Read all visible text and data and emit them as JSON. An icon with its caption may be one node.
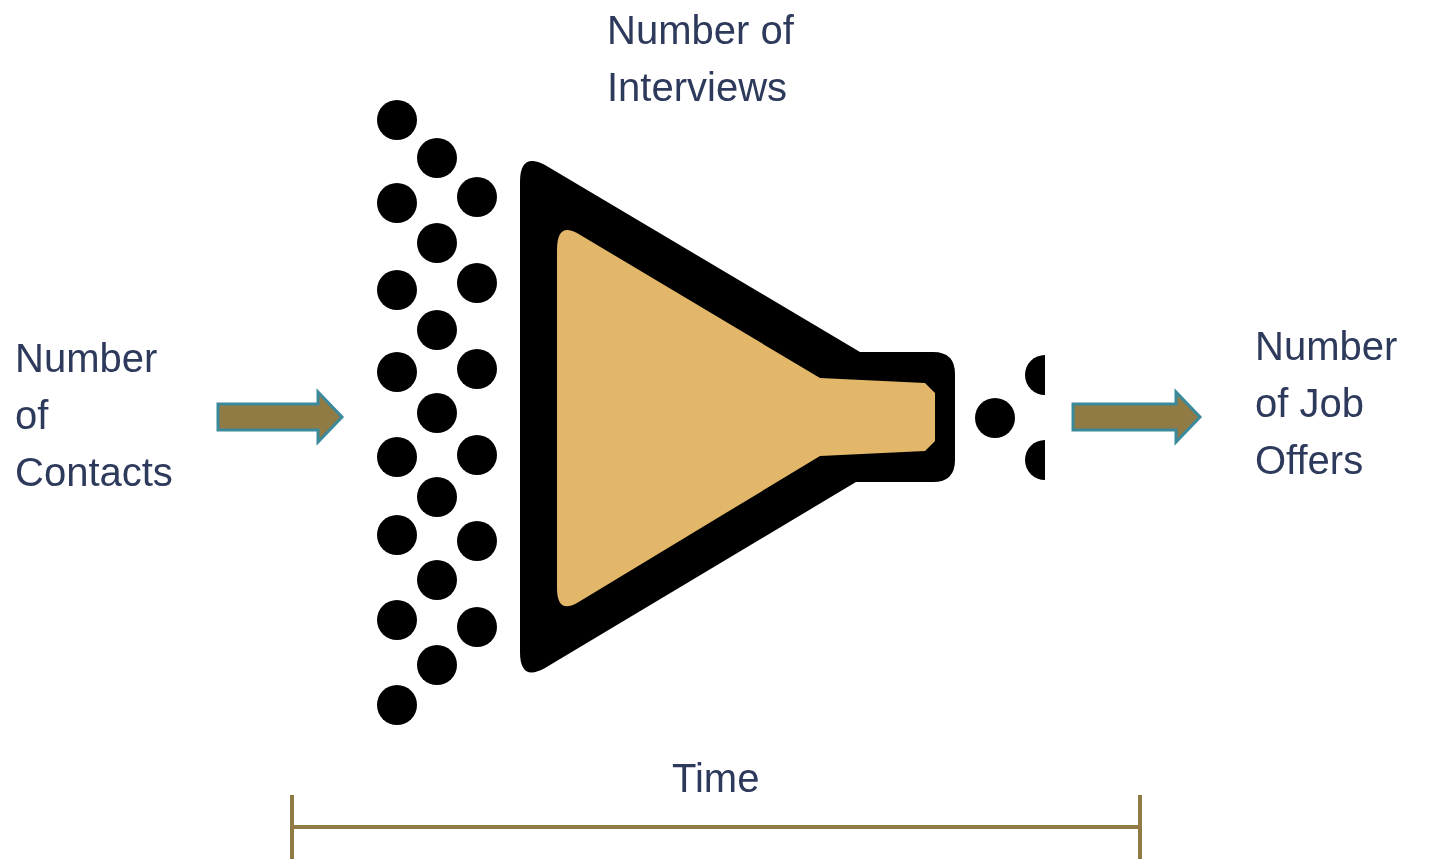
{
  "diagram": {
    "nodes": [
      {
        "text": [
          "Number of Contacts"
        ]
      },
      {
        "text": [],
        "shape": "picture"
      },
      {
        "text": [
          "Number of Interviews"
        ]
      },
      {
        "text": [],
        "shape": "picture"
      },
      {
        "text": [
          "Number of Job Offers"
        ]
      }
    ],
    "edges": [
      {
        "from": 0,
        "to": 1,
        "arrow": "to"
      },
      {
        "from": 3,
        "to": 4,
        "arrow": "to"
      }
    ],
    "labels": [
      "Time"
    ]
  }
}
